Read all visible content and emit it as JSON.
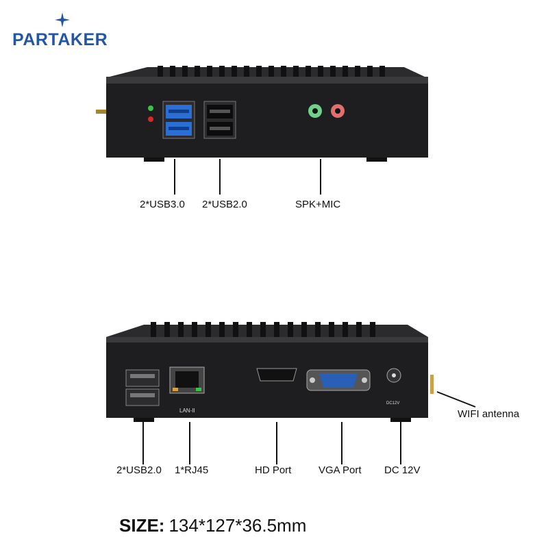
{
  "logo": {
    "text": "PARTAKER"
  },
  "front_panel": {
    "labels": {
      "usb3": "2*USB3.0",
      "usb2": "2*USB2.0",
      "audio": "SPK+MIC"
    }
  },
  "rear_panel": {
    "port_marks": {
      "lan": "LAN-II",
      "dc": "DC12V"
    },
    "labels": {
      "usb2": "2*USB2.0",
      "rj45": "1*RJ45",
      "hd": "HD Port",
      "vga": "VGA Port",
      "dc": "DC 12V",
      "wifi": "WIFI antenna"
    }
  },
  "size": {
    "key": "SIZE:",
    "value": "134*127*36.5mm"
  },
  "colors": {
    "brand": "#2456a6",
    "case": "#1c1c1e",
    "usb3": "#2a6fd6"
  }
}
